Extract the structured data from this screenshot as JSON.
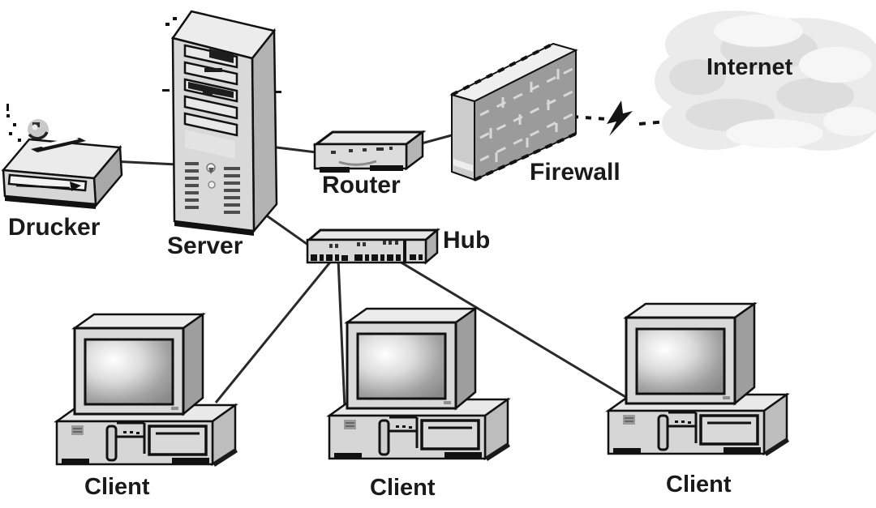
{
  "diagram": {
    "description": "Network topology diagram",
    "nodes": {
      "printer": {
        "label": "Drucker",
        "type": "printer"
      },
      "server": {
        "label": "Server",
        "type": "server-tower"
      },
      "router": {
        "label": "Router",
        "type": "router"
      },
      "firewall": {
        "label": "Firewall",
        "type": "brick-wall-firewall"
      },
      "internet": {
        "label": "Internet",
        "type": "cloud"
      },
      "hub": {
        "label": "Hub",
        "type": "hub"
      },
      "client1": {
        "label": "Client",
        "type": "desktop-pc"
      },
      "client2": {
        "label": "Client",
        "type": "desktop-pc"
      },
      "client3": {
        "label": "Client",
        "type": "desktop-pc"
      }
    },
    "edges": [
      {
        "from": "printer",
        "to": "server",
        "style": "solid"
      },
      {
        "from": "server",
        "to": "router",
        "style": "solid"
      },
      {
        "from": "router",
        "to": "firewall",
        "style": "solid"
      },
      {
        "from": "firewall",
        "to": "internet",
        "style": "dashed-with-lightning"
      },
      {
        "from": "server",
        "to": "hub",
        "style": "solid"
      },
      {
        "from": "hub",
        "to": "client1",
        "style": "solid"
      },
      {
        "from": "hub",
        "to": "client2",
        "style": "solid"
      },
      {
        "from": "hub",
        "to": "client3",
        "style": "solid"
      }
    ],
    "colors": {
      "background": "#ffffff",
      "outline": "#111111",
      "line": "#2a2a2a",
      "device_face": "#d9d9d9",
      "device_top": "#ececec",
      "device_side": "#a8a8a8",
      "firewall_face": "#9b9b9b",
      "cloud": "#ececec",
      "label_text": "#1a1a1a"
    }
  }
}
